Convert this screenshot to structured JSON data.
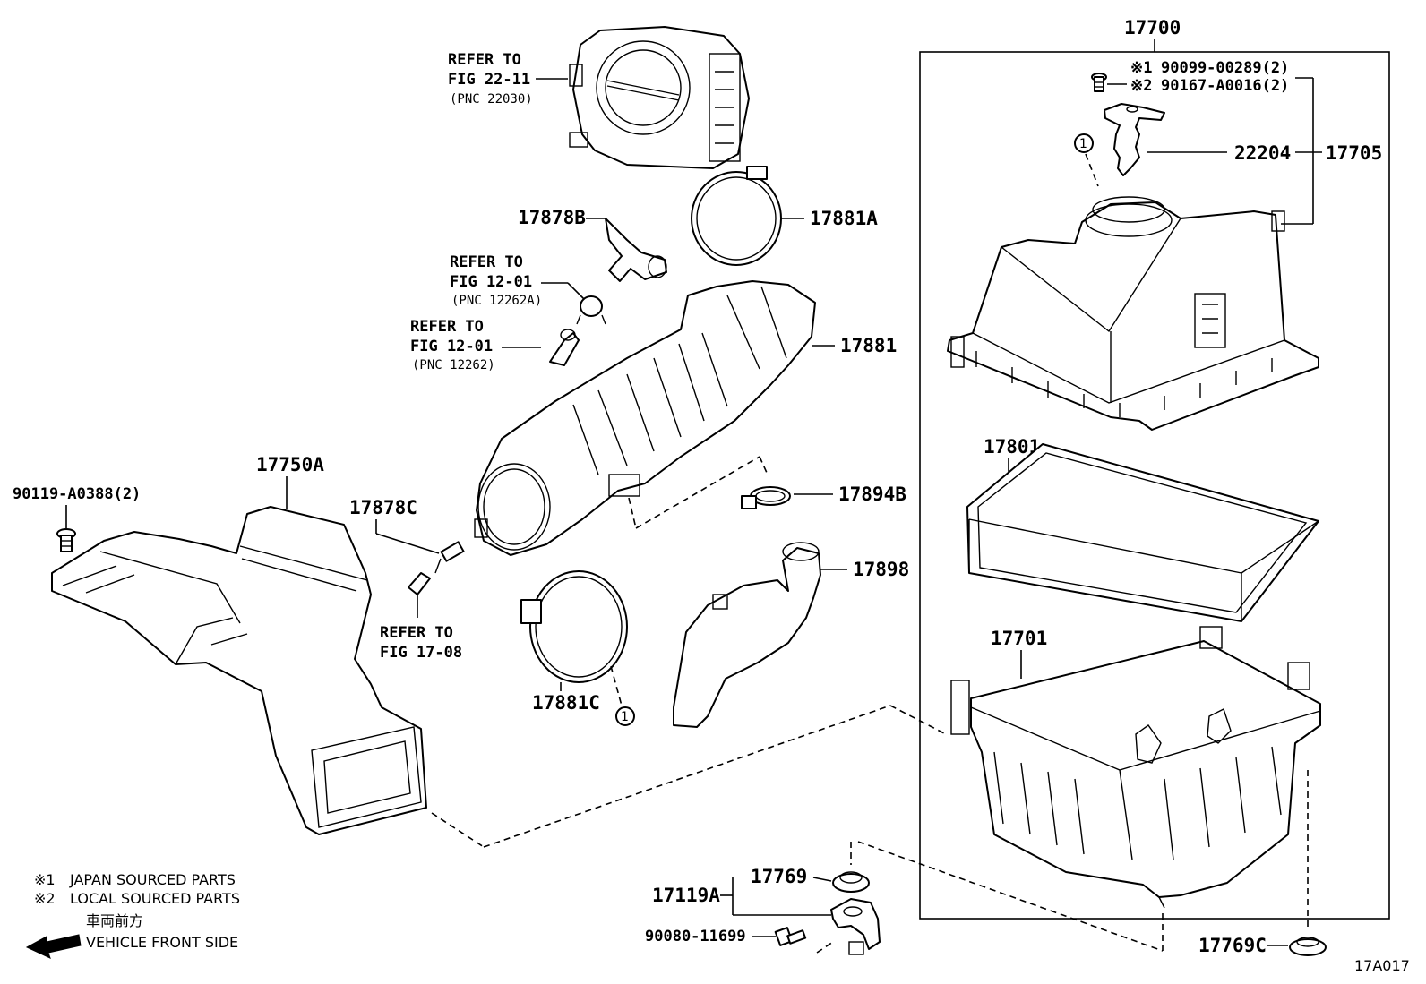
{
  "figure_code": "17A017",
  "notes": {
    "n1_mark": "※1",
    "n1_text": "JAPAN SOURCED PARTS",
    "n2_mark": "※2",
    "n2_text": "LOCAL SOURCED PARTS",
    "front_jp": "車両前方",
    "front_en": "VEHICLE FRONT SIDE"
  },
  "circle_marker": "1",
  "refs": {
    "throttle": {
      "l1": "REFER TO",
      "l2": "FIG 22-11",
      "l3": "(PNC 22030)"
    },
    "ref1201a": {
      "l1": "REFER TO",
      "l2": "FIG 12-01",
      "l3": "(PNC 12262A)"
    },
    "ref1201": {
      "l1": "REFER TO",
      "l2": "FIG 12-01",
      "l3": "(PNC 12262)"
    },
    "ref1708": {
      "l1": "REFER TO",
      "l2": "FIG 17-08"
    }
  },
  "parts": {
    "p17700": "17700",
    "p17705": "17705",
    "p22204": "22204",
    "bolt1": "90099-00289(2)",
    "bolt2": "90167-A0016(2)",
    "bolt1_mark": "※1",
    "bolt2_mark": "※2",
    "p17881A": "17881A",
    "p17878B": "17878B",
    "p17881": "17881",
    "p17750A": "17750A",
    "p90119": "90119-A0388(2)",
    "p17878C": "17878C",
    "p17894B": "17894B",
    "p17898": "17898",
    "p17881C": "17881C",
    "p17801": "17801",
    "p17701": "17701",
    "p17769": "17769",
    "p17119A": "17119A",
    "p90080": "90080-11699",
    "p17769C": "17769C"
  }
}
